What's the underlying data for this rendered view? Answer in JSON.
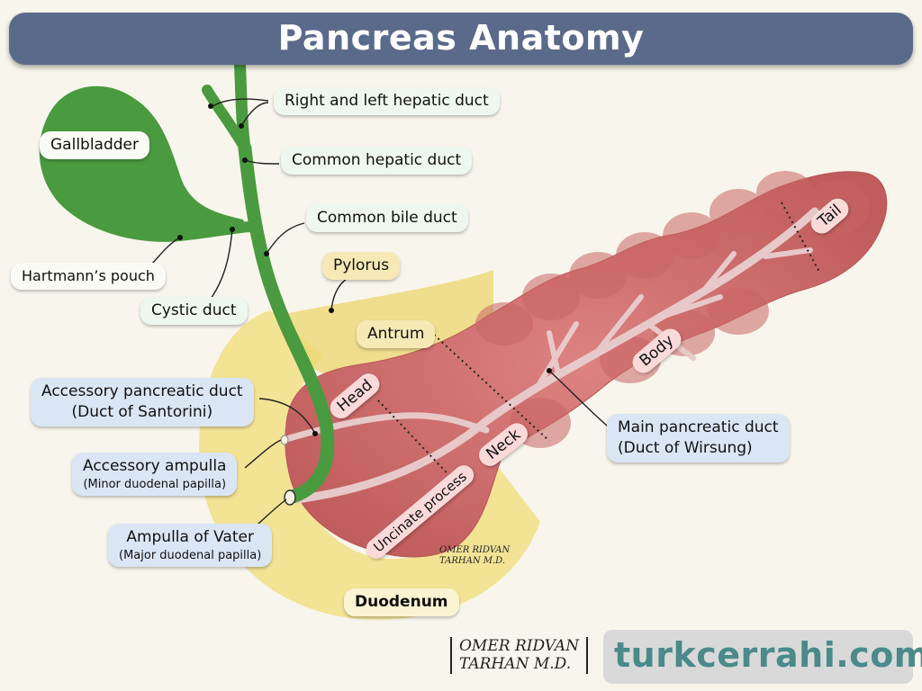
{
  "title": "Pancreas Anatomy",
  "labels": {
    "right_left_hepatic": "Right and left hepatic duct",
    "gallbladder": "Gallbladder",
    "common_hepatic": "Common hepatic duct",
    "common_bile": "Common bile duct",
    "hartmann": "Hartmann’s pouch",
    "pylorus": "Pylorus",
    "cystic": "Cystic duct",
    "antrum": "Antrum",
    "accessory_duct": "Accessory pancreatic duct",
    "accessory_duct_sub": "(Duct of Santorini)",
    "accessory_ampulla": "Accessory ampulla",
    "accessory_ampulla_sub": "(Minor duodenal papilla)",
    "ampulla_vater": "Ampulla of Vater",
    "ampulla_vater_sub": "(Major duodenal papilla)",
    "main_duct": "Main pancreatic duct",
    "main_duct_sub": "(Duct of Wirsung)",
    "duodenum": "Duodenum",
    "head": "Head",
    "neck": "Neck",
    "body": "Body",
    "tail": "Tail",
    "uncinate": "Uncinate process"
  },
  "signature": {
    "line1": "OMER RIDVAN",
    "line2": "TARHAN M.D."
  },
  "website": {
    "text": "turkcerrahi.com",
    "mark": "©"
  },
  "colors": {
    "title_bar": "#5a6a8a",
    "pancreas": "#cf6b6b",
    "duodenum": "#f2df86",
    "bile_duct": "#4a9a3f",
    "website_text": "#4a8a8a"
  }
}
